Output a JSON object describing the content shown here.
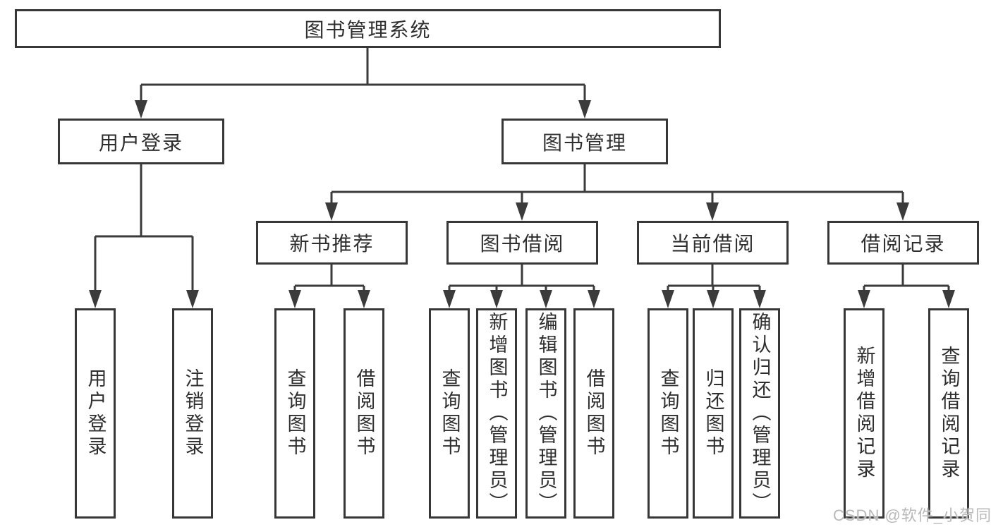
{
  "root_label": "图书管理系统",
  "branches": [
    {
      "label": "用户登录",
      "children": [
        "用户登录",
        "注销登录"
      ]
    },
    {
      "label": "图书管理",
      "sections": [
        {
          "label": "新书推荐",
          "children": [
            "查询图书",
            "借阅图书"
          ]
        },
        {
          "label": "图书借阅",
          "children": [
            "查询图书",
            "新增图书（管理员）",
            "编辑图书（管理员）",
            "借阅图书"
          ]
        },
        {
          "label": "当前借阅",
          "children": [
            "查询图书",
            "归还图书",
            "确认归还（管理员）"
          ]
        },
        {
          "label": "借阅记录",
          "children": [
            "新增借阅记录",
            "查询借阅记录"
          ]
        }
      ]
    }
  ],
  "watermark": "CSDN @软件_小贺同学",
  "colors": {
    "line": "#3b3b3b",
    "border": "#373737",
    "text": "#2e2e2e",
    "watermark": "#b9b9b9"
  }
}
